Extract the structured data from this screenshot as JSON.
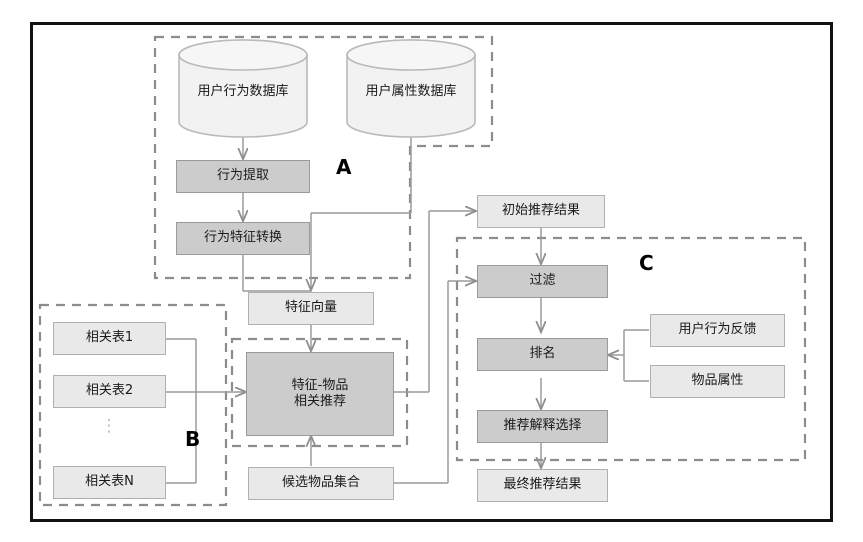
{
  "diagram": {
    "title": "",
    "colors": {
      "frame_border": "#111111",
      "light_node_fill": "#e9e9e9",
      "light_node_border": "#b0b0b0",
      "dark_node_fill": "#cccccc",
      "dark_node_border": "#9a9a9a",
      "wire": "#9a9a9a",
      "group_dash": "#8c8c8c",
      "background": "#ffffff"
    },
    "groups": [
      {
        "id": "A",
        "label": "A"
      },
      {
        "id": "B",
        "label": "B"
      },
      {
        "id": "C",
        "label": "C"
      },
      {
        "id": "core",
        "label": ""
      }
    ],
    "databases": [
      {
        "id": "db-user-behavior",
        "label": "用户行为数据库"
      },
      {
        "id": "db-user-attribute",
        "label": "用户属性数据库"
      }
    ],
    "nodes": [
      {
        "id": "behavior-extraction",
        "label": "行为提取",
        "style": "dark"
      },
      {
        "id": "behavior-feature-transform",
        "label": "行为特征转换",
        "style": "dark"
      },
      {
        "id": "feature-vector",
        "label": "特征向量",
        "style": "light"
      },
      {
        "id": "feature-item-recommend",
        "label": "特征-物品\n相关推荐",
        "style": "dark"
      },
      {
        "id": "candidate-item-set",
        "label": "候选物品集合",
        "style": "light"
      },
      {
        "id": "initial-recommend-result",
        "label": "初始推荐结果",
        "style": "light"
      },
      {
        "id": "filter",
        "label": "过滤",
        "style": "dark"
      },
      {
        "id": "ranking",
        "label": "排名",
        "style": "dark"
      },
      {
        "id": "explanation-selection",
        "label": "推荐解释选择",
        "style": "dark"
      },
      {
        "id": "final-recommend-result",
        "label": "最终推荐结果",
        "style": "light"
      },
      {
        "id": "user-behavior-feedback",
        "label": "用户行为反馈",
        "style": "light"
      },
      {
        "id": "item-attribute",
        "label": "物品属性",
        "style": "light"
      }
    ],
    "relation_tables": [
      {
        "id": "relation-table-1",
        "label": "相关表1"
      },
      {
        "id": "relation-table-2",
        "label": "相关表2"
      },
      {
        "id": "relation-table-n",
        "label": "相关表N"
      }
    ],
    "ellipsis": "⋮"
  }
}
